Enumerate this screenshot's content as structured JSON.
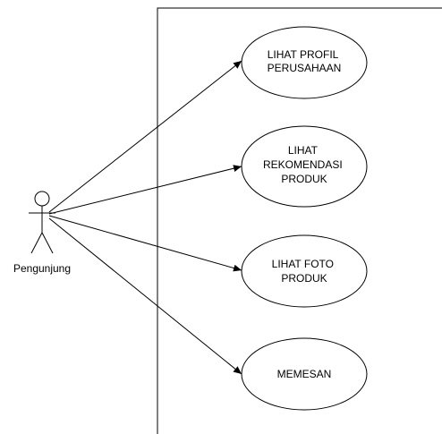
{
  "actor": {
    "label": "Pengunjung"
  },
  "use_cases": [
    {
      "lines": [
        "LIHAT PROFIL",
        "PERUSAHAAN"
      ]
    },
    {
      "lines": [
        "LIHAT",
        "REKOMENDASI",
        "PRODUK"
      ]
    },
    {
      "lines": [
        "LIHAT FOTO",
        "PRODUK"
      ]
    },
    {
      "lines": [
        "MEMESAN"
      ]
    }
  ],
  "colors": {
    "stroke": "#000000",
    "fill": "#ffffff",
    "text": "#000000"
  }
}
